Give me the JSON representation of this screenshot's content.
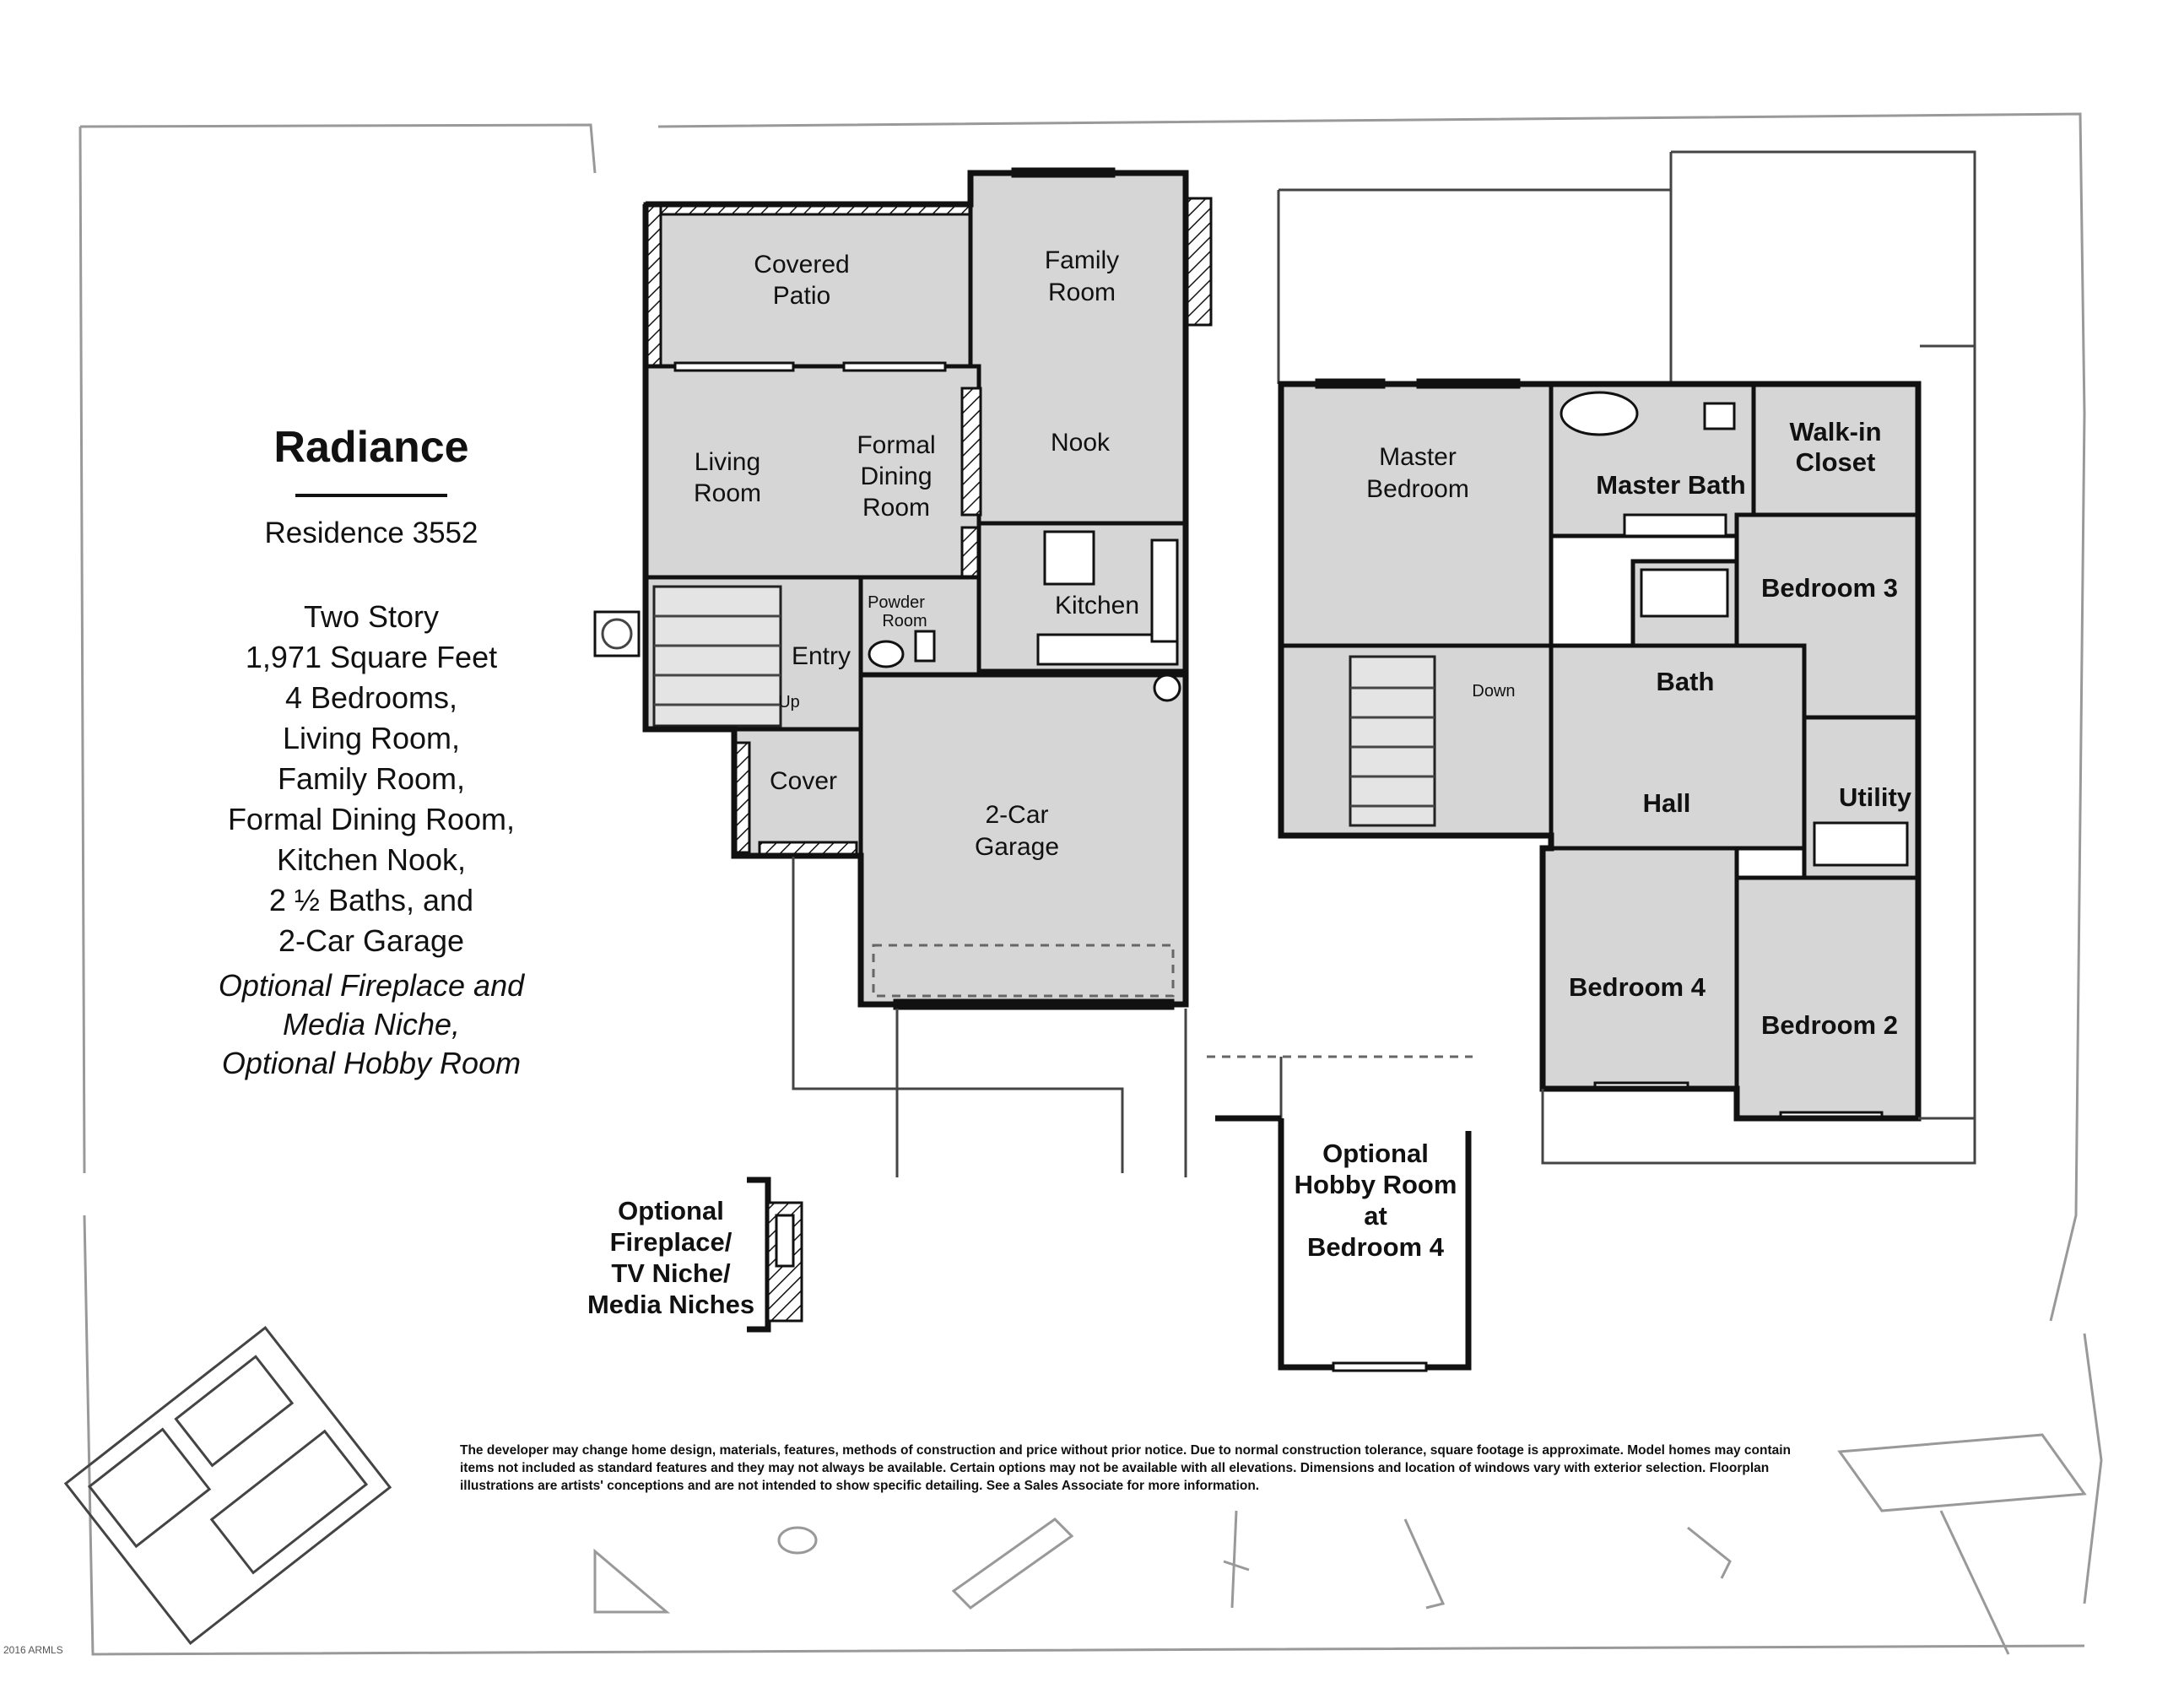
{
  "info": {
    "title": "Radiance",
    "subtitle": "Residence 3552",
    "features": [
      "Two Story",
      "1,971 Square Feet",
      "4 Bedrooms,",
      "Living Room,",
      "Family Room,",
      "Formal Dining Room,",
      "Kitchen Nook,",
      "2 ½ Baths, and",
      "2-Car Garage"
    ],
    "options": [
      "Optional Fireplace and",
      "Media Niche,",
      "Optional Hobby Room"
    ]
  },
  "first_floor": {
    "covered_patio": [
      "Covered",
      "Patio"
    ],
    "family_room": [
      "Family",
      "Room"
    ],
    "living_room": [
      "Living",
      "Room"
    ],
    "formal_dining": [
      "Formal",
      "Dining",
      "Room"
    ],
    "nook": "Nook",
    "kitchen": "Kitchen",
    "powder_room": [
      "Powder",
      "Room"
    ],
    "entry": "Entry",
    "up": "Up",
    "cover": "Cover",
    "garage": [
      "2-Car",
      "Garage"
    ]
  },
  "second_floor": {
    "master_bedroom": [
      "Master",
      "Bedroom"
    ],
    "master_bath": "Master Bath",
    "walk_in_closet": [
      "Walk-in",
      "Closet"
    ],
    "bedroom_3": "Bedroom 3",
    "down": "Down",
    "bath": "Bath",
    "hall": "Hall",
    "utility": "Utility",
    "bedroom_4": "Bedroom 4",
    "bedroom_2": "Bedroom 2"
  },
  "callouts": {
    "fireplace": [
      "Optional",
      "Fireplace/",
      "TV Niche/",
      "Media Niches"
    ],
    "hobby_room": [
      "Optional",
      "Hobby Room",
      "at",
      "Bedroom 4"
    ]
  },
  "disclaimer": "The developer may change home design, materials, features, methods of construction and price without prior notice. Due to normal construction tolerance, square footage is approximate. Model homes may contain items not included as standard features and they may not always be available. Certain options may not be available with all elevations. Dimensions and location of windows vary with exterior selection. Floorplan illustrations are artists' conceptions and are not intended to show specific detailing. See a Sales Associate for more information.",
  "copyright": "2016 ARMLS"
}
